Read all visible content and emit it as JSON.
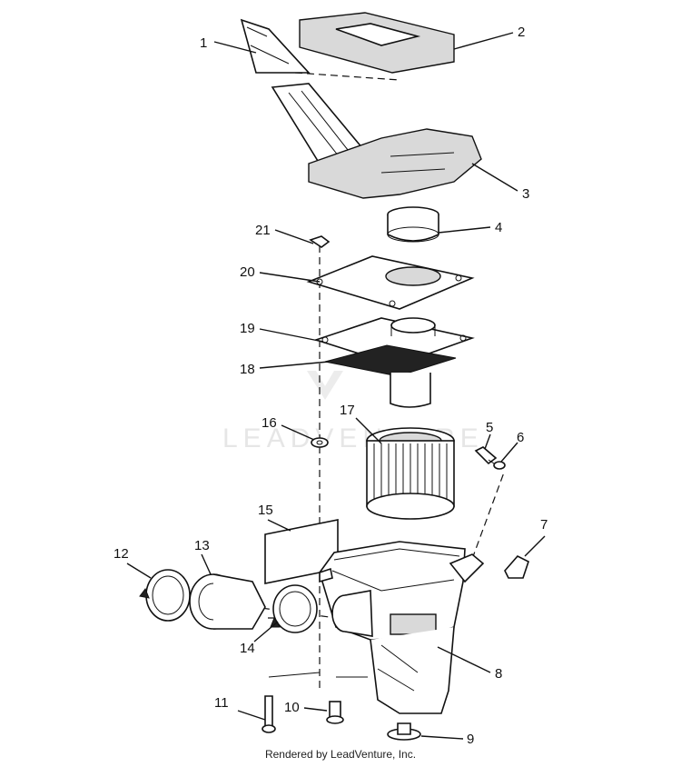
{
  "callouts": [
    "1",
    "2",
    "3",
    "4",
    "5",
    "6",
    "7",
    "8",
    "9",
    "10",
    "11",
    "12",
    "13",
    "14",
    "15",
    "16",
    "17",
    "18",
    "19",
    "20",
    "21"
  ],
  "watermark": "LEADVENTURE",
  "footer": "Rendered by LeadVenture, Inc."
}
